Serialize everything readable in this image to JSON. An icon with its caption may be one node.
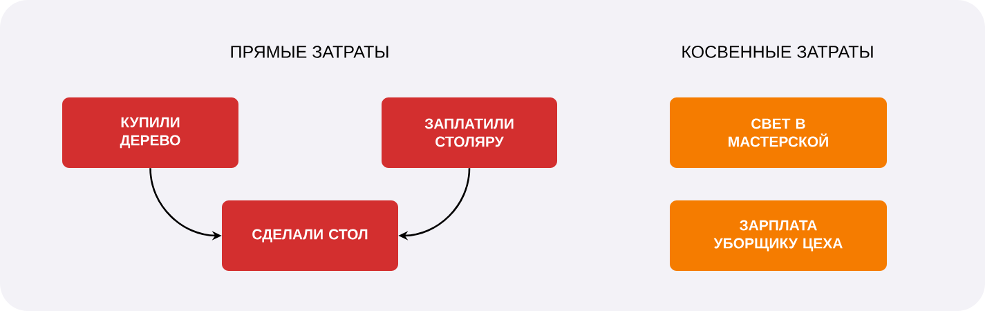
{
  "diagram": {
    "nodes": [
      {
        "text": [
          "КУПИЛИ ДЕРЕВО"
        ]
      },
      {
        "text": [
          "ЗАПЛАТИЛИ СТОЛЯРУ"
        ]
      },
      {
        "text": [
          "СДЕЛАЛИ СТОЛ"
        ]
      },
      {
        "text": [
          "СВЕТ В МАСТЕРСКОЙ"
        ]
      },
      {
        "text": [
          "ЗАРПЛАТА УБОРЩИКУ ЦЕХА"
        ]
      }
    ],
    "edges": [
      {
        "from": 0,
        "to": 2,
        "arrow": "to"
      },
      {
        "from": 1,
        "to": 2,
        "arrow": "to"
      }
    ],
    "labels": [
      "ПРЯМЫЕ ЗАТРАТЫ",
      "КОСВЕННЫЕ ЗАТРАТЫ"
    ]
  }
}
